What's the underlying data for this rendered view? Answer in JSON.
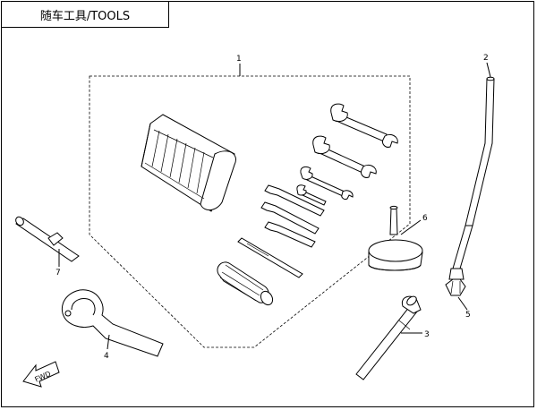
{
  "title": "随车工具/TOOLS",
  "callouts": {
    "c1": "1",
    "c2": "2",
    "c3": "3",
    "c4": "4",
    "c5": "5",
    "c6": "6",
    "c7": "7"
  },
  "fwd_label": "FWD"
}
